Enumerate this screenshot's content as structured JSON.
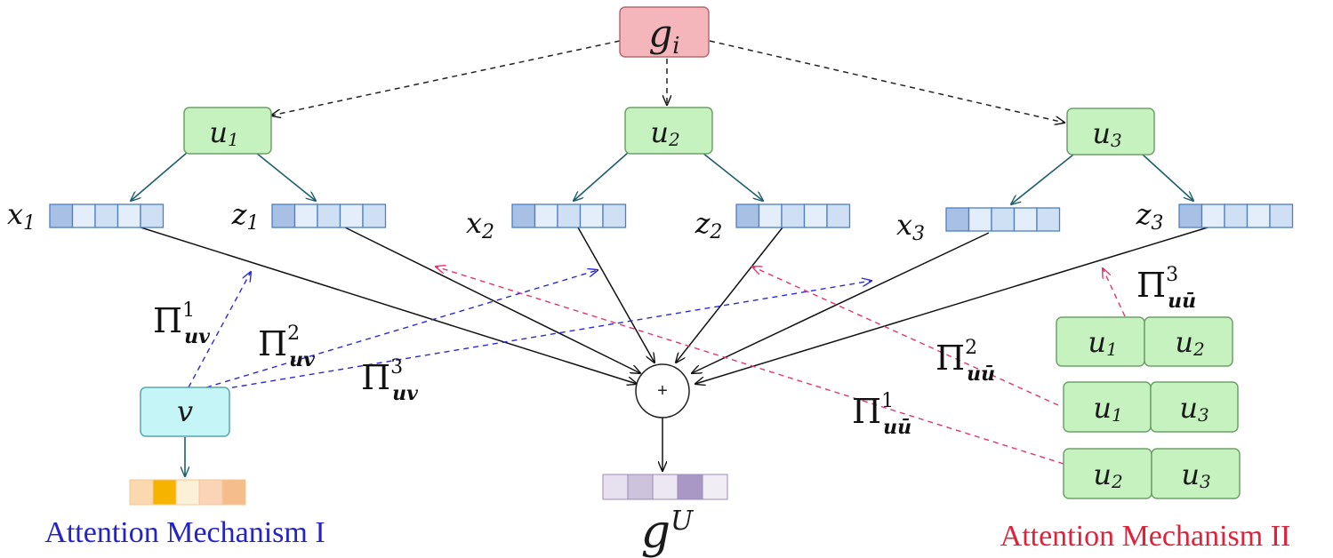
{
  "nodes": {
    "group": {
      "label": "g",
      "sub": "i",
      "fill": "#f4b6bb",
      "stroke": "#b56a70"
    },
    "users": [
      {
        "label": "u",
        "sub": "1"
      },
      {
        "label": "u",
        "sub": "2"
      },
      {
        "label": "u",
        "sub": "3"
      }
    ],
    "user_fill": "#c6f2c0",
    "user_stroke": "#6fa06a",
    "v": {
      "label": "v",
      "fill": "#c5f5f7",
      "stroke": "#5aa6ab"
    },
    "plus": "+",
    "output": {
      "label": "g",
      "sup": "U"
    }
  },
  "embeddings": [
    {
      "var": "x",
      "sub": "1"
    },
    {
      "var": "z",
      "sub": "1"
    },
    {
      "var": "x",
      "sub": "2"
    },
    {
      "var": "z",
      "sub": "2"
    },
    {
      "var": "x",
      "sub": "3"
    },
    {
      "var": "z",
      "sub": "3"
    }
  ],
  "pairs": [
    [
      "u",
      "1",
      "u",
      "2"
    ],
    [
      "u",
      "1",
      "u",
      "3"
    ],
    [
      "u",
      "2",
      "u",
      "3"
    ]
  ],
  "pi_blue": [
    {
      "sup": "1",
      "sub": "uv"
    },
    {
      "sup": "2",
      "sub": "uv"
    },
    {
      "sup": "3",
      "sub": "uv"
    }
  ],
  "pi_red": [
    {
      "sup": "3",
      "sub": "uū"
    },
    {
      "sup": "2",
      "sub": "uū"
    },
    {
      "sup": "1",
      "sub": "uū"
    }
  ],
  "captions": {
    "left": "Attention Mechanism I",
    "right": "Attention Mechanism II"
  },
  "colors": {
    "blue_caption": "#2323c8",
    "red_caption": "#e0213a",
    "blue_dash": "#2a2ad6",
    "red_dash": "#e8336b",
    "teal_arrow": "#1f5f6a",
    "embed_fill": "#cfe0f5",
    "embed_dark": "#a8c0e4",
    "embed_stroke": "#4c7fc4",
    "attn_colors": [
      "#fbd9b0",
      "#f6b400",
      "#fdf0d8",
      "#fbd3b8",
      "#f5bd8c"
    ],
    "out_colors": [
      "#e6e0ef",
      "#cdc3dd",
      "#ece7f3",
      "#a997c5",
      "#f0edf5"
    ],
    "out_stroke": "#9c8ab8"
  }
}
